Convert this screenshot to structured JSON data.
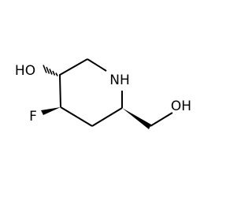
{
  "molecule": {
    "atoms": {
      "ho_left": "HO",
      "nh": "NH",
      "oh_right": "OH",
      "fluorine": "F"
    },
    "colors": {
      "bond": "#000000",
      "label": "#000000",
      "background": "#ffffff"
    }
  }
}
